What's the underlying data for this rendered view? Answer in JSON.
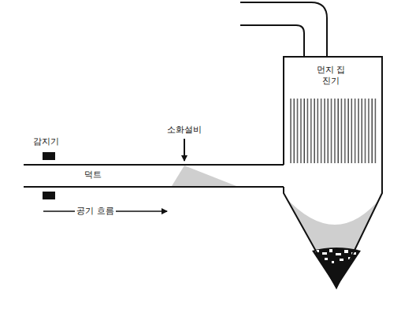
{
  "diagram": {
    "nodes": [
      {
        "text": [
          "덕트"
        ]
      },
      {
        "text": [
          "먼지 집진기"
        ]
      }
    ],
    "labels": [
      "감지기",
      "소화설비",
      "공기 흐름"
    ]
  }
}
